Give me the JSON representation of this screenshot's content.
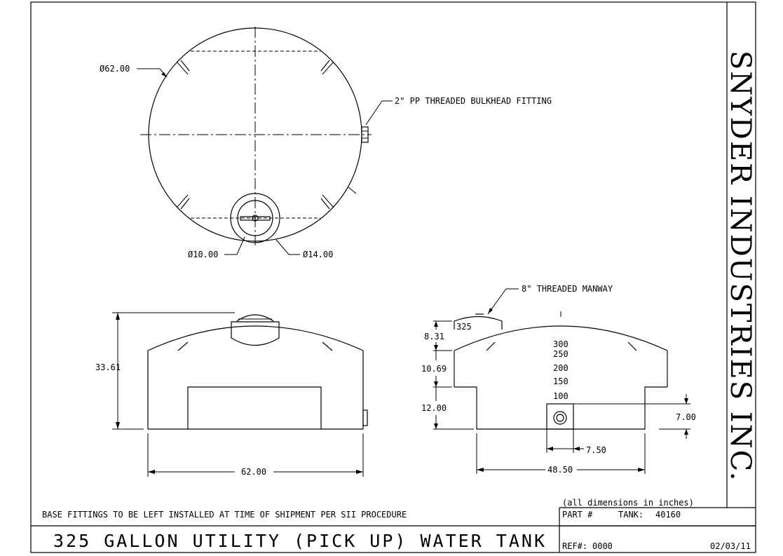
{
  "company": "SNYDER INDUSTRIES INC.",
  "top_view": {
    "dia_outer": "Ø62.00",
    "fitting_label": "2\" PP THREADED BULKHEAD FITTING",
    "dia_manway_inner": "Ø10.00",
    "dia_manway_outer": "Ø14.00"
  },
  "front_view": {
    "height": "33.61",
    "width": "62.00"
  },
  "side_view": {
    "manway_label": "8\" THREADED MANWAY",
    "capacity_tag": "325",
    "gallon_marks": [
      "300",
      "250",
      "200",
      "150",
      "100"
    ],
    "dim_dome": "8.31",
    "dim_upper": "10.69",
    "dim_lower": "12.00",
    "dim_fitting_height": "7.00",
    "dim_fitting_width": "7.50",
    "dim_width": "48.50"
  },
  "title_block": {
    "base_note": "BASE FITTINGS TO BE LEFT INSTALLED AT TIME OF SHIPMENT PER SII PROCEDURE",
    "units_note": "(all dimensions in inches)",
    "part_label": "PART #",
    "tank_label": "TANK:",
    "tank_number": "40160",
    "title": "325 GALLON UTILITY (PICK UP) WATER TANK",
    "ref_label": "REF#:",
    "ref_number": "0000",
    "date": "02/03/11"
  }
}
